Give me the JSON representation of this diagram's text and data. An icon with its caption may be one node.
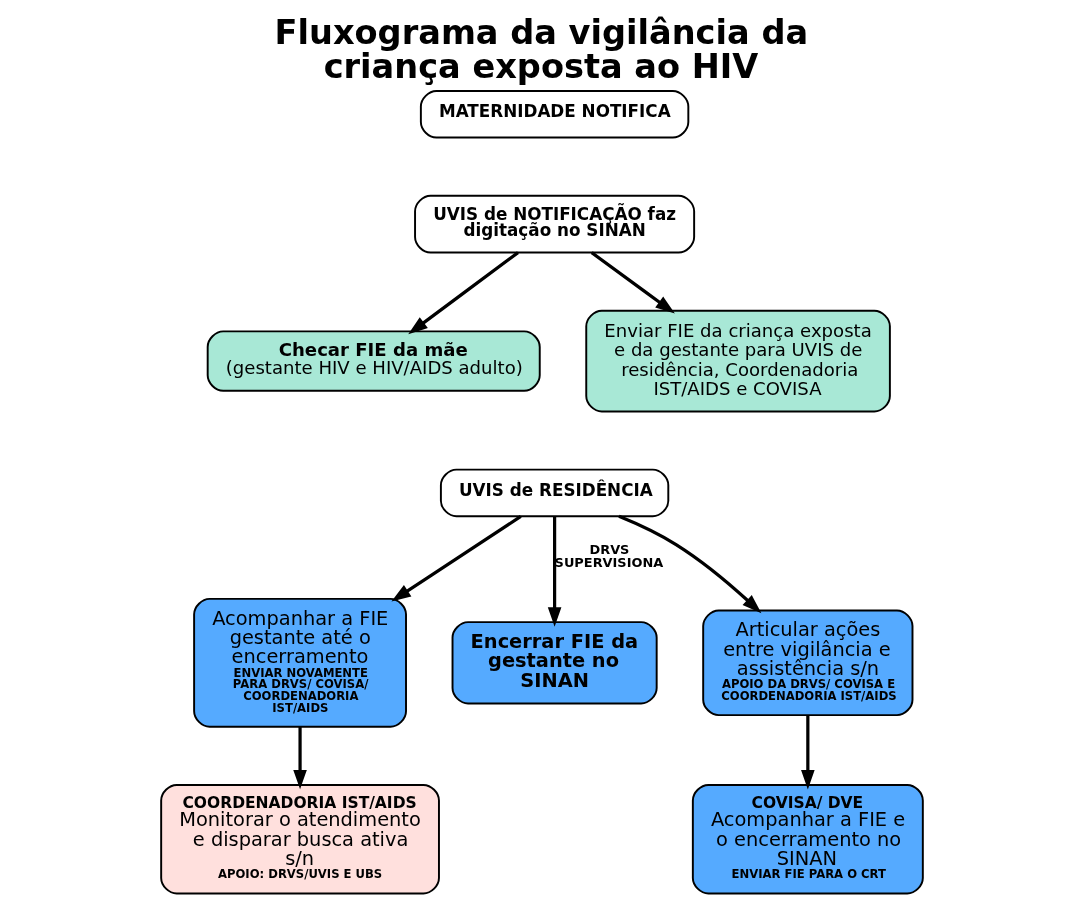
{
  "diagram": {
    "title": "Fluxograma da vigilância da criança exposta ao HIV",
    "nodes": [
      {
        "text": [
          "MATERNIDADE NOTIFICA"
        ]
      },
      {
        "text": [
          "UVIS de NOTIFICAÇÃO faz digitação no SINAN"
        ]
      },
      {
        "text": [
          "Checar FIE da mãe",
          "(gestante HIV e HIV/AIDS adulto)"
        ]
      },
      {
        "text": [
          "Enviar FIE da criança exposta e da gestante para UVIS de residência, Coordenadoria IST/AIDS e COVISA"
        ]
      },
      {
        "text": [
          "UVIS de RESIDÊNCIA"
        ]
      },
      {
        "text": [
          "Acompanhar a FIE gestante até o encerramento",
          "ENVIAR NOVAMENTE PARA DRVS/ COVISA/ COORDENADORIA IST/AIDS"
        ]
      },
      {
        "text": [
          "Encerrar FIE da gestante no SINAN"
        ]
      },
      {
        "text": [
          "Articular ações entre vigilância e assistência s/n",
          "APOIO DA DRVS/ COVISA E COORDENADORIA IST/AIDS"
        ]
      },
      {
        "text": [
          "COORDENADORIA IST/AIDS",
          "Monitorar o atendimento e disparar busca ativa s/n",
          "APOIO: DRVS/UVIS E UBS"
        ]
      },
      {
        "text": [
          "COVISA/ DVE",
          "Acompanhar a FIE e o encerramento no SINAN",
          "ENVIAR FIE PARA O CRT"
        ]
      }
    ],
    "edges": [
      {
        "from": 1,
        "to": 2,
        "arrow": "to"
      },
      {
        "from": 1,
        "to": 3,
        "arrow": "to"
      },
      {
        "from": 4,
        "to": 5,
        "arrow": "to"
      },
      {
        "from": 4,
        "to": 6,
        "arrow": "to",
        "label": "DRVS SUPERVISIONA"
      },
      {
        "from": 4,
        "to": 7,
        "arrow": "to"
      },
      {
        "from": 5,
        "to": 8,
        "arrow": "to"
      },
      {
        "from": 7,
        "to": 9,
        "arrow": "to"
      }
    ]
  }
}
